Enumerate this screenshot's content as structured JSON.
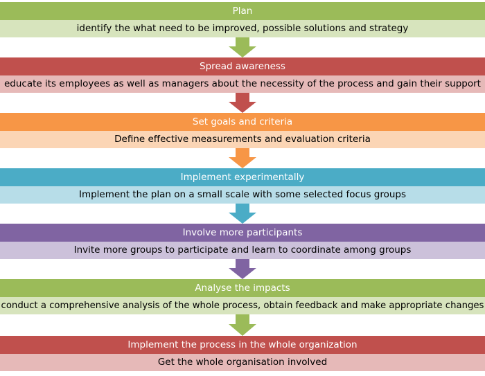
{
  "steps": [
    {
      "title": "Plan",
      "description": "identify the what need to be improved, possible solutions and strategy",
      "title_color": "#9bbb59",
      "desc_color": "#d7e4bd",
      "arrow_color": "#9bbb59"
    },
    {
      "title": "Spread awareness",
      "description": "educate its employees as well as managers about the necessity of the process and gain their support",
      "title_color": "#c0504d",
      "desc_color": "#e6b9b8",
      "arrow_color": "#c0504d"
    },
    {
      "title": "Set goals and criteria",
      "description": "Define effective measurements and evaluation criteria",
      "title_color": "#f79646",
      "desc_color": "#fbd5b5",
      "arrow_color": "#f79646"
    },
    {
      "title": "Implement experimentally",
      "description": "Implement the plan on a small scale with some selected focus groups",
      "title_color": "#4bacc6",
      "desc_color": "#b7dde8",
      "arrow_color": "#4bacc6"
    },
    {
      "title": "Involve more participants",
      "description": "Invite more groups to participate and learn to coordinate among groups",
      "title_color": "#8064a2",
      "desc_color": "#ccc1da",
      "arrow_color": "#8064a2"
    },
    {
      "title": "Analyse the impacts",
      "description": "conduct a comprehensive analysis of the whole process, obtain feedback and make appropriate changes",
      "title_color": "#9bbb59",
      "desc_color": "#d7e4bd",
      "arrow_color": "#9bbb59"
    },
    {
      "title": "Implement the process in the whole organization",
      "description": "Get the whole organisation involved",
      "title_color": "#c0504d",
      "desc_color": "#e6b9b8",
      "arrow_color": null
    }
  ]
}
